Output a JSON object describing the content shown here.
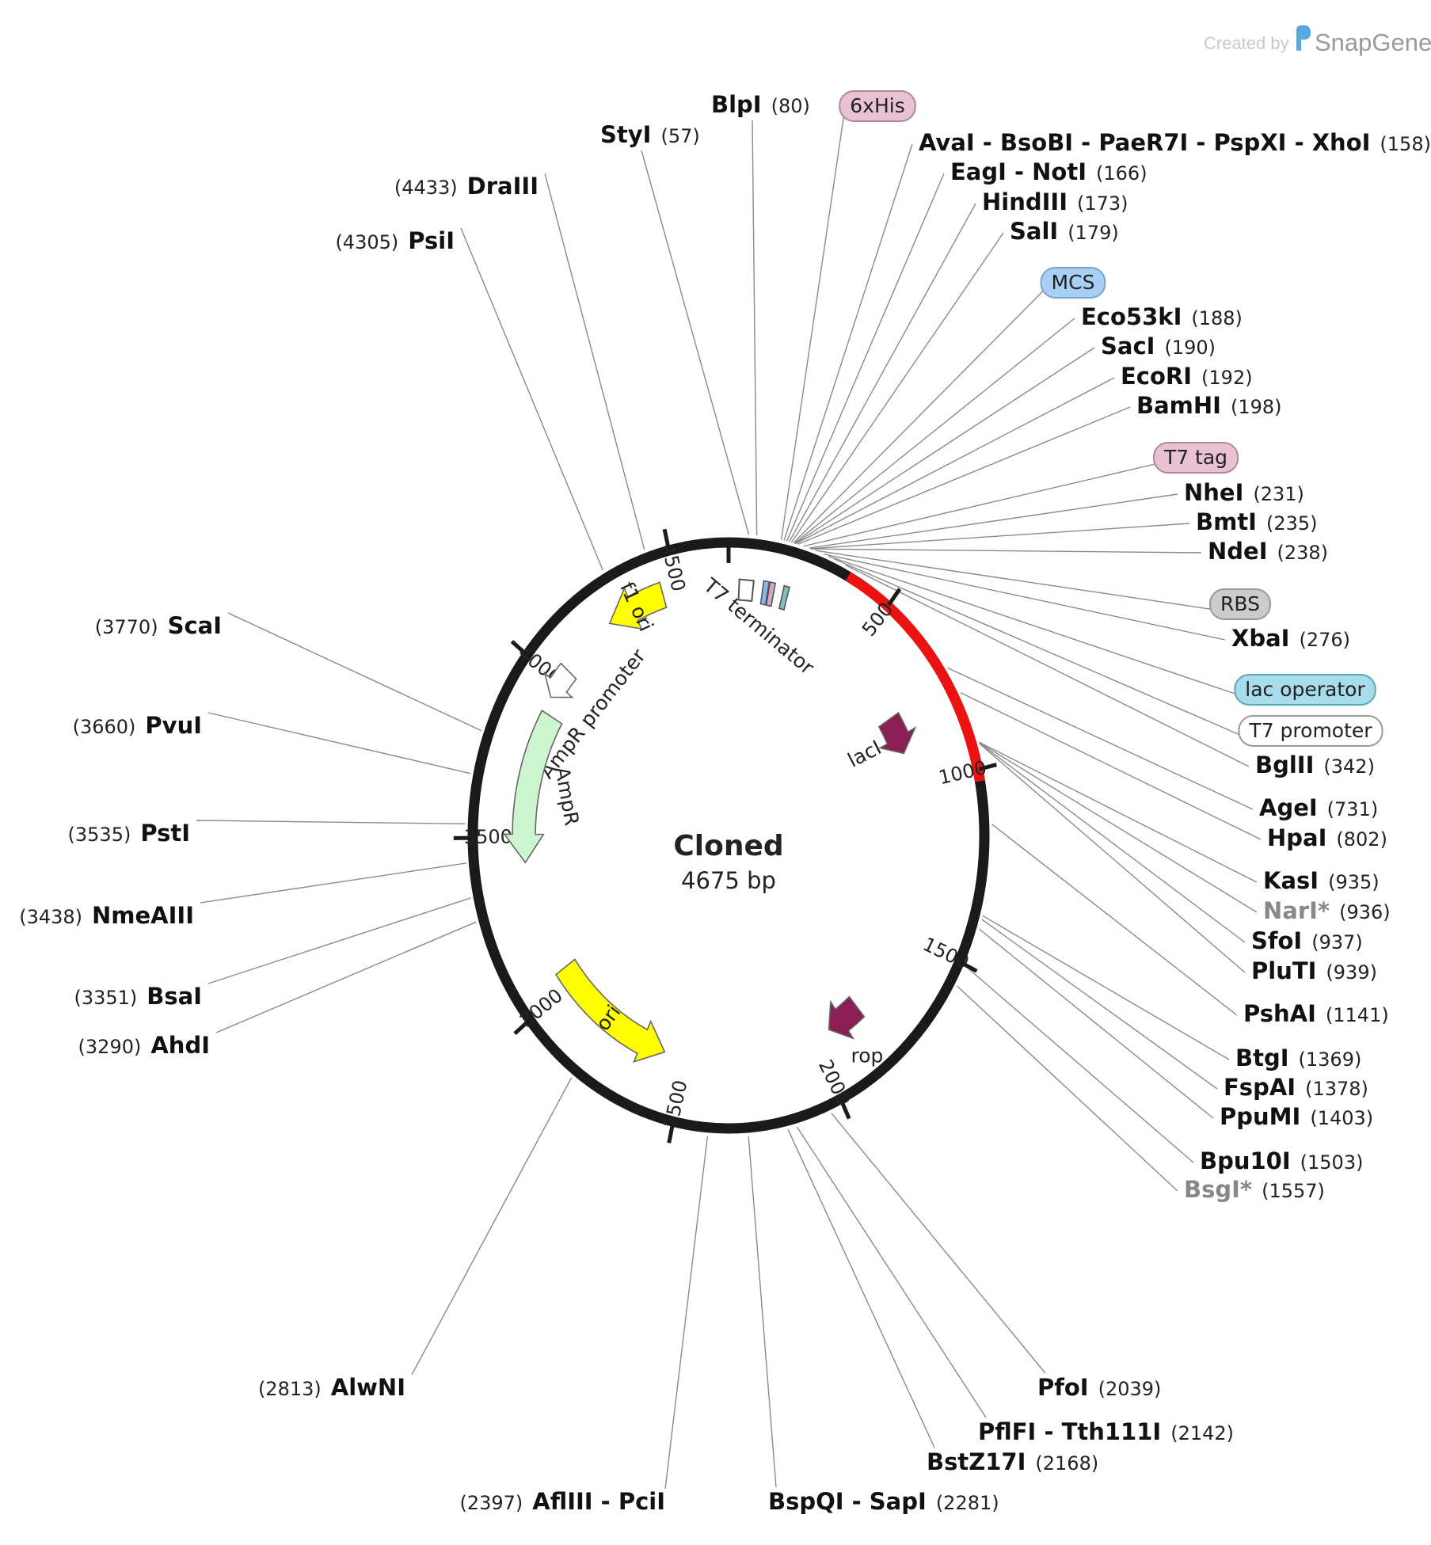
{
  "credit": {
    "prefix": "Created by",
    "brand": "SnapGene"
  },
  "plasmid": {
    "name": "Cloned",
    "length_text": "4675 bp",
    "length": 4675
  },
  "ticks": [
    {
      "pos": 500,
      "label": "500"
    },
    {
      "pos": 1000,
      "label": "1000"
    },
    {
      "pos": 1500,
      "label": "1500"
    },
    {
      "pos": 2000,
      "label": "2000"
    },
    {
      "pos": 2500,
      "label": "2500"
    },
    {
      "pos": 3000,
      "label": "3000"
    },
    {
      "pos": 3500,
      "label": "3500"
    },
    {
      "pos": 4000,
      "label": "4000"
    },
    {
      "pos": 4500,
      "label": "4500"
    }
  ],
  "highlight": {
    "start": 362,
    "end": 1030,
    "color": "#ee1111"
  },
  "features": [
    {
      "name": "f1 ori",
      "start": 4250,
      "end": 4450,
      "strand": -1,
      "color": "#ffff00",
      "label": "f1 ori"
    },
    {
      "name": "AmpR promoter",
      "start": 3950,
      "end": 4050,
      "strand": -1,
      "color": "#ffffff",
      "label": "AmpR promoter"
    },
    {
      "name": "AmpR",
      "start": 3420,
      "end": 3900,
      "strand": -1,
      "color": "#ccf5d0",
      "label": "AmpR"
    },
    {
      "name": "ori",
      "start": 2580,
      "end": 3050,
      "strand": -1,
      "color": "#ffff00",
      "label": "ori"
    },
    {
      "name": "rop",
      "start": 1810,
      "end": 1940,
      "strand": 1,
      "color": "#8b1f55",
      "label": "rop"
    },
    {
      "name": "lacI",
      "start": 750,
      "end": 880,
      "strand": 1,
      "color": "#8b1f55",
      "label": "lacI"
    },
    {
      "name": "T7 terminator",
      "start": 36,
      "end": 84,
      "strand": 0,
      "color": "#ffffff",
      "label": "T7 terminator"
    }
  ],
  "small_features": [
    {
      "center": 126,
      "color": "#8ab8e8"
    },
    {
      "center": 147,
      "color": "#d8a8c0"
    },
    {
      "center": 195,
      "color": "#7fbfbf"
    }
  ],
  "enzymes_right": [
    {
      "name": "AvaI - BsoBI - PaeR7I - PspXI - XhoI",
      "pos": "(158)",
      "bp": 158,
      "dim": false
    },
    {
      "name": "EagI - NotI",
      "pos": "(166)",
      "bp": 166,
      "dim": false
    },
    {
      "name": "HindIII",
      "pos": "(173)",
      "bp": 173,
      "dim": false
    },
    {
      "name": "SalI",
      "pos": "(179)",
      "bp": 179,
      "dim": false
    },
    {
      "name": "Eco53kI",
      "pos": "(188)",
      "bp": 188,
      "dim": false
    },
    {
      "name": "SacI",
      "pos": "(190)",
      "bp": 190,
      "dim": false
    },
    {
      "name": "EcoRI",
      "pos": "(192)",
      "bp": 192,
      "dim": false
    },
    {
      "name": "BamHI",
      "pos": "(198)",
      "bp": 198,
      "dim": false
    },
    {
      "name": "NheI",
      "pos": "(231)",
      "bp": 231,
      "dim": false
    },
    {
      "name": "BmtI",
      "pos": "(235)",
      "bp": 235,
      "dim": false
    },
    {
      "name": "NdeI",
      "pos": "(238)",
      "bp": 238,
      "dim": false
    },
    {
      "name": "XbaI",
      "pos": "(276)",
      "bp": 276,
      "dim": false
    },
    {
      "name": "BglII",
      "pos": "(342)",
      "bp": 342,
      "dim": false
    },
    {
      "name": "AgeI",
      "pos": "(731)",
      "bp": 731,
      "dim": false
    },
    {
      "name": "HpaI",
      "pos": "(802)",
      "bp": 802,
      "dim": false
    },
    {
      "name": "KasI",
      "pos": "(935)",
      "bp": 935,
      "dim": false
    },
    {
      "name": "NarI*",
      "pos": "(936)",
      "bp": 936,
      "dim": true
    },
    {
      "name": "SfoI",
      "pos": "(937)",
      "bp": 937,
      "dim": false
    },
    {
      "name": "PluTI",
      "pos": "(939)",
      "bp": 939,
      "dim": false
    },
    {
      "name": "PshAI",
      "pos": "(1141)",
      "bp": 1141,
      "dim": false
    },
    {
      "name": "BtgI",
      "pos": "(1369)",
      "bp": 1369,
      "dim": false
    },
    {
      "name": "FspAI",
      "pos": "(1378)",
      "bp": 1378,
      "dim": false
    },
    {
      "name": "PpuMI",
      "pos": "(1403)",
      "bp": 1403,
      "dim": false
    },
    {
      "name": "Bpu10I",
      "pos": "(1503)",
      "bp": 1503,
      "dim": false
    },
    {
      "name": "BsgI*",
      "pos": "(1557)",
      "bp": 1557,
      "dim": true
    }
  ],
  "enzymes_bottom_right": [
    {
      "name": "PfoI",
      "pos": "(2039)",
      "bp": 2039,
      "dim": false
    },
    {
      "name": "PflFI - Tth111I",
      "pos": "(2142)",
      "bp": 2142,
      "dim": false
    },
    {
      "name": "BstZ17I",
      "pos": "(2168)",
      "bp": 2168,
      "dim": false
    },
    {
      "name": "BspQI - SapI",
      "pos": "(2281)",
      "bp": 2281,
      "dim": false
    }
  ],
  "enzymes_left": [
    {
      "name": "AflIII - PciI",
      "pos": "(2397)",
      "bp": 2397,
      "dim": false
    },
    {
      "name": "AlwNI",
      "pos": "(2813)",
      "bp": 2813,
      "dim": false
    },
    {
      "name": "AhdI",
      "pos": "(3290)",
      "bp": 3290,
      "dim": false
    },
    {
      "name": "BsaI",
      "pos": "(3351)",
      "bp": 3351,
      "dim": false
    },
    {
      "name": "NmeAIII",
      "pos": "(3438)",
      "bp": 3438,
      "dim": false
    },
    {
      "name": "PstI",
      "pos": "(3535)",
      "bp": 3535,
      "dim": false
    },
    {
      "name": "PvuI",
      "pos": "(3660)",
      "bp": 3660,
      "dim": false
    },
    {
      "name": "ScaI",
      "pos": "(3770)",
      "bp": 3770,
      "dim": false
    },
    {
      "name": "PsiI",
      "pos": "(4305)",
      "bp": 4305,
      "dim": false
    },
    {
      "name": "DraIII",
      "pos": "(4433)",
      "bp": 4433,
      "dim": false
    }
  ],
  "enzymes_top": [
    {
      "name": "StyI",
      "pos": "(57)",
      "bp": 57,
      "dim": false
    },
    {
      "name": "BlpI",
      "pos": "(80)",
      "bp": 80,
      "dim": false
    }
  ],
  "pills": [
    {
      "text": "6xHis",
      "bp": 150,
      "fill": "#e8c2d2",
      "stroke": "#b08898"
    },
    {
      "text": "MCS",
      "bp": 185,
      "fill": "#a8d0f4",
      "stroke": "#7aa4cc"
    },
    {
      "text": "T7 tag",
      "bp": 215,
      "fill": "#e8c2d2",
      "stroke": "#b08898"
    },
    {
      "text": "RBS",
      "bp": 250,
      "fill": "#cccccc",
      "stroke": "#999999"
    },
    {
      "text": "lac operator",
      "bp": 290,
      "fill": "#a8dcea",
      "stroke": "#5aa8c0"
    },
    {
      "text": "T7 promoter",
      "bp": 305,
      "fill": "#ffffff",
      "stroke": "#999999"
    }
  ]
}
